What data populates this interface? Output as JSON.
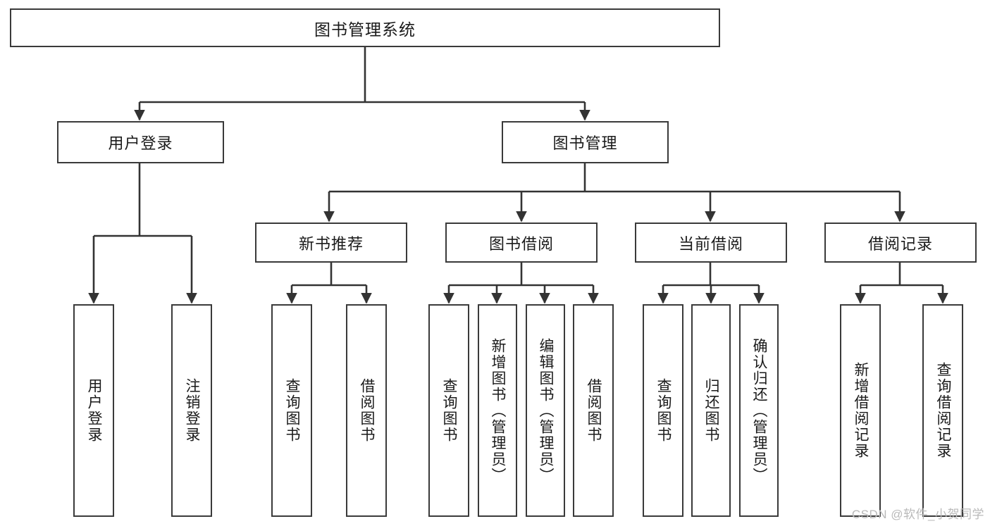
{
  "diagram": {
    "title": "图书管理系统",
    "root": {
      "label": "图书管理系统"
    },
    "level1": [
      {
        "label": "用户登录"
      },
      {
        "label": "图书管理"
      }
    ],
    "level2": [
      {
        "label": "新书推荐"
      },
      {
        "label": "图书借阅"
      },
      {
        "label": "当前借阅"
      },
      {
        "label": "借阅记录"
      }
    ],
    "leaves": [
      {
        "label": "用户登录"
      },
      {
        "label": "注销登录"
      },
      {
        "label": "查询图书"
      },
      {
        "label": "借阅图书"
      },
      {
        "label": "查询图书"
      },
      {
        "label": "新增图书（管理员）"
      },
      {
        "label": "编辑图书（管理员）"
      },
      {
        "label": "借阅图书"
      },
      {
        "label": "查询图书"
      },
      {
        "label": "归还图书"
      },
      {
        "label": "确认归还（管理员）"
      },
      {
        "label": "新增借阅记录"
      },
      {
        "label": "查询借阅记录"
      }
    ],
    "colors": {
      "border": "#3a3a3a",
      "fill": "#ffffff",
      "text": "#1a1a1a",
      "edge": "#333333",
      "watermark": "#b9b9b9"
    }
  },
  "watermark": {
    "text": "CSDN @软件_小贺同学"
  }
}
